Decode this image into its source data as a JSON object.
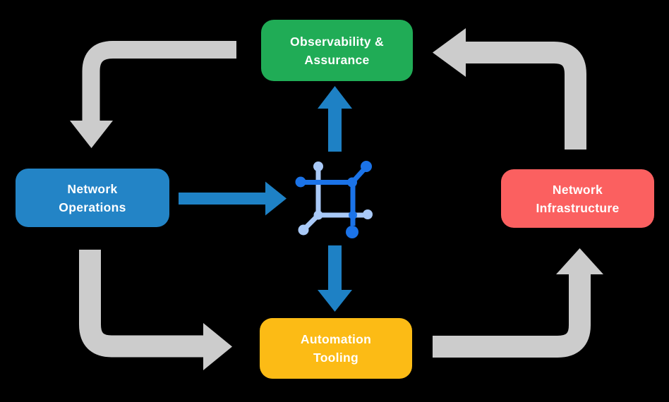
{
  "diagram": {
    "nodes": {
      "observability": {
        "lines": [
          "Observability &",
          "Assurance"
        ],
        "color": "#20AC56"
      },
      "operations": {
        "lines": [
          "Network",
          "Operations"
        ],
        "color": "#2384C6"
      },
      "infrastructure": {
        "lines": [
          "Network",
          "Infrastructure"
        ],
        "color": "#FB6060"
      },
      "automation": {
        "lines": [
          "Automation",
          "Tooling"
        ],
        "color": "#FCBB15"
      }
    },
    "center_icon": {
      "name": "network-platform-icon"
    },
    "cycle_flows": [
      {
        "from": "observability",
        "to": "operations"
      },
      {
        "from": "operations",
        "to": "automation"
      },
      {
        "from": "automation",
        "to": "infrastructure"
      },
      {
        "from": "infrastructure",
        "to": "observability"
      }
    ],
    "platform_flows": [
      {
        "from": "operations",
        "to": "platform-icon"
      },
      {
        "from": "platform-icon",
        "to": "observability"
      },
      {
        "from": "platform-icon",
        "to": "automation"
      }
    ]
  },
  "theme": {
    "background": "#000000",
    "cycle_arrow_color": "#CCCCCC",
    "flow_arrow_color": "#1E81C5",
    "icon_primary": "#1B73E8",
    "icon_secondary": "#A9C9F7",
    "node_text_color": "#FFFFFF"
  }
}
